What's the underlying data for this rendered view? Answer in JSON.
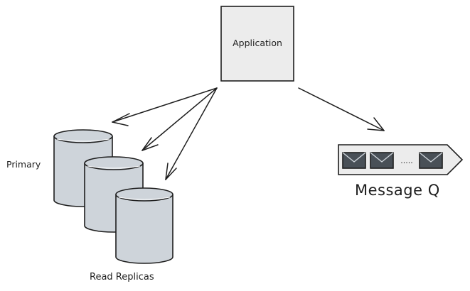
{
  "app_box": {
    "label": "Application"
  },
  "databases": {
    "primary_label": "Primary",
    "replicas_label": "Read Replicas"
  },
  "queue": {
    "label": "Message Q",
    "separator": "·····"
  },
  "colors": {
    "stroke": "#1e1e1e",
    "box_fill": "#ececec",
    "cylinder_fill": "#ced4da",
    "envelope_fill": "#495057",
    "envelope_line": "#ced4da"
  },
  "icons": [
    "database-icon",
    "envelope-icon",
    "arrow-icon"
  ]
}
